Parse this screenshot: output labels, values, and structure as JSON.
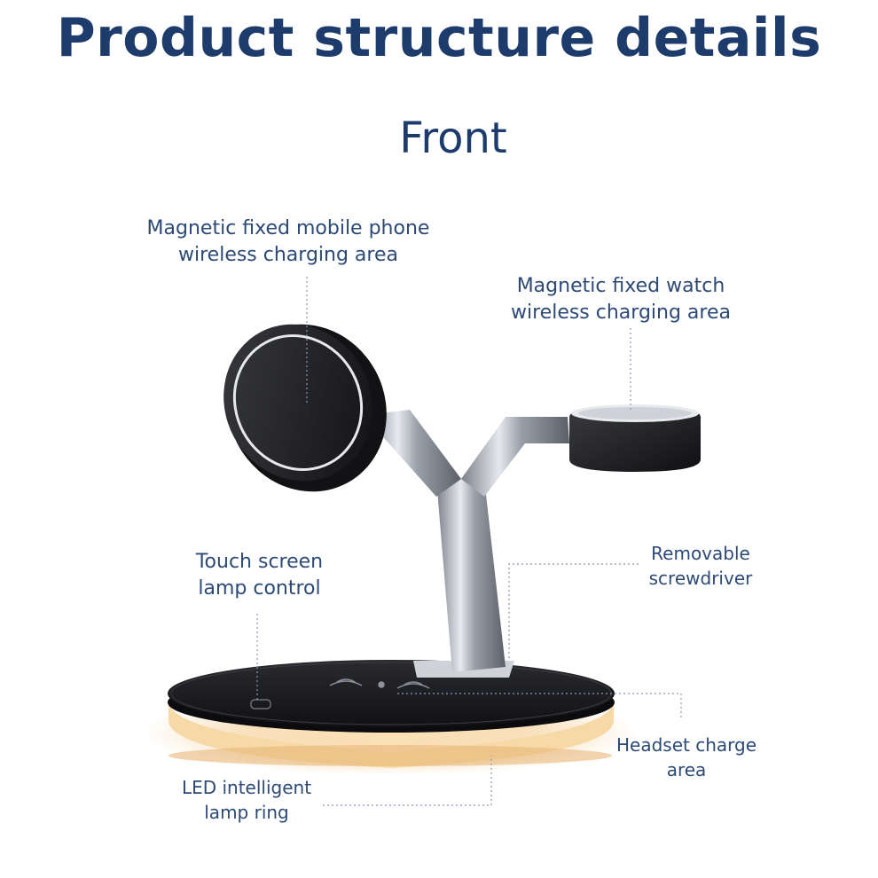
{
  "header": {
    "title": "Product structure details",
    "subtitle": "Front"
  },
  "labels": {
    "phone_area": [
      "Magnetic fixed mobile phone",
      "wireless charging area"
    ],
    "watch_area": [
      "Magnetic fixed watch",
      "wireless charging area"
    ],
    "touch_control": [
      "Touch screen",
      "lamp control"
    ],
    "screwdriver": [
      "Removable",
      "screwdriver"
    ],
    "headset_area": [
      "Headset charge",
      "area"
    ],
    "led_ring": [
      "LED intelligent",
      "lamp ring"
    ]
  },
  "colors": {
    "title": "#1d3b6b",
    "label": "#2d4a76",
    "guide_line": "#8a9bb5",
    "device_black": "#1b1b1d",
    "chrome": "#b9bec6",
    "lamp_glow": "#f4c98a"
  }
}
